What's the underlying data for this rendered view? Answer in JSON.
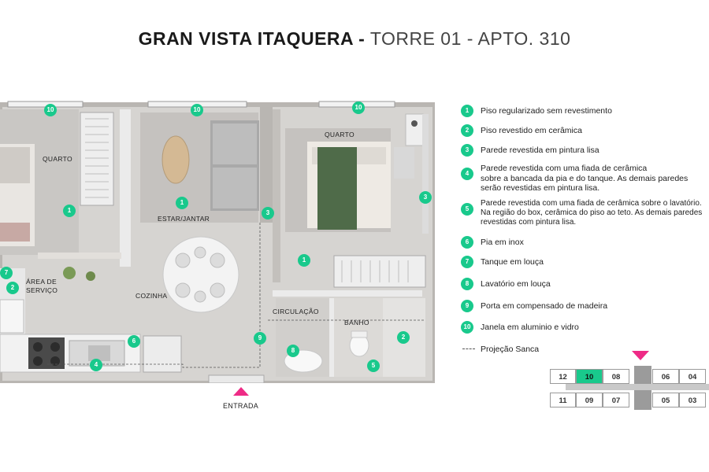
{
  "title": {
    "bold": "GRAN VISTA ITAQUERA -",
    "light": "TORRE 01 - APTO. 310"
  },
  "rooms": {
    "quarto_left": "QUARTO",
    "estar_jantar": "ESTAR/JANTAR",
    "quarto_right": "QUARTO",
    "area_servico_1": "ÁREA DE",
    "area_servico_2": "SERVIÇO",
    "cozinha": "COZINHA",
    "circulacao": "CIRCULAÇÃO",
    "banho": "BANHO",
    "entrada": "ENTRADA"
  },
  "plan_badges": [
    "10",
    "10",
    "10",
    "1",
    "1",
    "1",
    "3",
    "3",
    "7",
    "2",
    "6",
    "4",
    "9",
    "8",
    "2",
    "5"
  ],
  "legend": [
    {
      "num": "1",
      "lines": [
        "Piso regularizado sem revestimento"
      ]
    },
    {
      "num": "2",
      "lines": [
        "Piso revestido em cerâmica"
      ]
    },
    {
      "num": "3",
      "lines": [
        "Parede revestida em pintura lisa"
      ]
    },
    {
      "num": "4",
      "lines": [
        "Parede revestida com uma fiada de cerâmica",
        "sobre a bancada da pia e do tanque. As demais paredes",
        "serão revestidas em pintura lisa."
      ]
    },
    {
      "num": "5",
      "lines": [
        "Parede revestida com uma fiada de cerâmica sobre o lavatório.",
        "Na região do box, cerâmica do piso ao teto. As demais paredes",
        "revestidas com pintura lisa."
      ]
    },
    {
      "num": "6",
      "lines": [
        "Pia em inox"
      ]
    },
    {
      "num": "7",
      "lines": [
        "Tanque em louça"
      ]
    },
    {
      "num": "8",
      "lines": [
        "Lavatório em louça"
      ]
    },
    {
      "num": "9",
      "lines": [
        "Porta em compensado de madeira"
      ]
    },
    {
      "num": "10",
      "lines": [
        "Janela em aluminio e vidro"
      ]
    }
  ],
  "legend_projection": "Projeção Sanca",
  "key_plan": {
    "top_row": [
      "12",
      "10",
      "08",
      "06",
      "04"
    ],
    "bottom_row": [
      "11",
      "09",
      "07",
      "05",
      "03"
    ],
    "highlight": "10",
    "highlight_color": "#19c98c"
  },
  "colors": {
    "accent": "#19c98c",
    "marker": "#ee2b86"
  }
}
